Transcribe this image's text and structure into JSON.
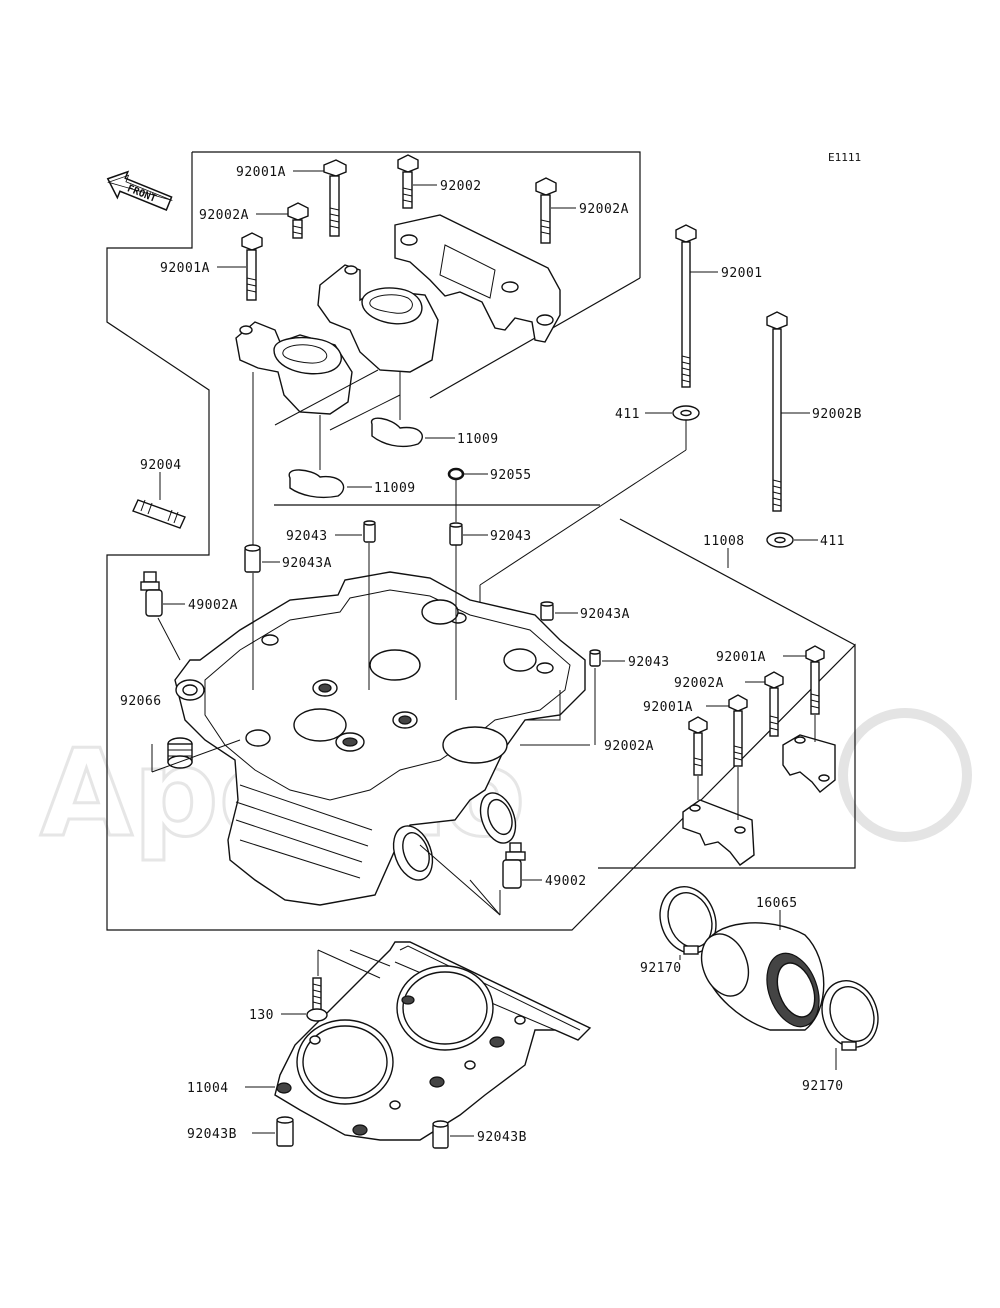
{
  "diagram_code": "E1111",
  "front_arrow_text": "FRONT",
  "watermark_text": "Apeuto",
  "labels": {
    "p92001A_top": "92001A",
    "p92002_top": "92002",
    "p92002A_top_left": "92002A",
    "p92002A_top_right": "92002A",
    "p92001A_left": "92001A",
    "p92001_right": "92001",
    "p92002B": "92002B",
    "p411_upper": "411",
    "p411_lower": "411",
    "p11009_upper": "11009",
    "p11009_lower": "11009",
    "p92055": "92055",
    "p92004": "92004",
    "p92043_mid_left": "92043",
    "p92043_mid_right": "92043",
    "p92043A_left": "92043A",
    "p11008": "11008",
    "p49002A": "49002A",
    "p92043A_right": "92043A",
    "p92043_right": "92043",
    "p92001A_r1": "92001A",
    "p92002A_r": "92002A",
    "p92001A_r2": "92001A",
    "p92066": "92066",
    "p92002A_bottom": "92002A",
    "p49002": "49002",
    "p16065": "16065",
    "p92170_left": "92170",
    "p92170_right": "92170",
    "p130": "130",
    "p11004": "11004",
    "p92043B_left": "92043B",
    "p92043B_right": "92043B"
  }
}
